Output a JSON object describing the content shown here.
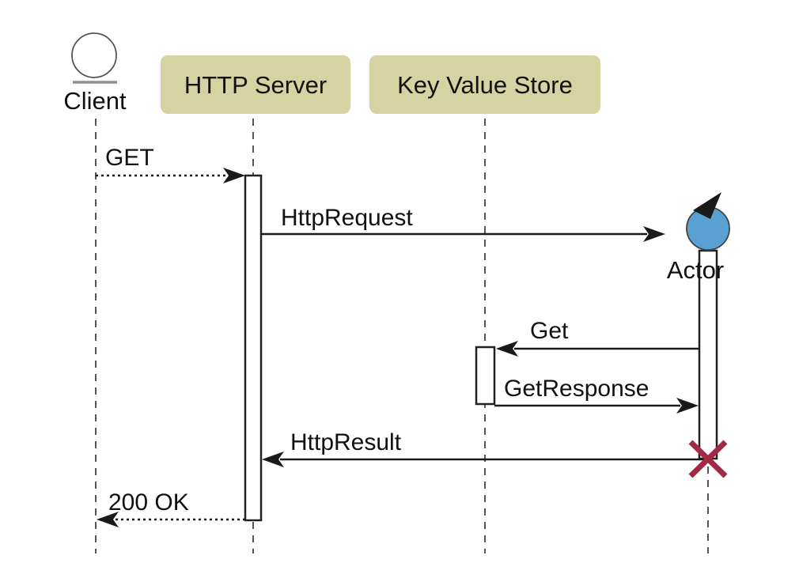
{
  "diagram": {
    "type": "sequence-diagram",
    "participants": [
      {
        "id": "client",
        "label": "Client",
        "kind": "entity"
      },
      {
        "id": "http-server",
        "label": "HTTP Server",
        "kind": "box"
      },
      {
        "id": "kv-store",
        "label": "Key Value Store",
        "kind": "box"
      },
      {
        "id": "actor",
        "label": "Actor",
        "kind": "control"
      }
    ],
    "messages": [
      {
        "label": "GET",
        "from": "Client",
        "to": "HTTP Server",
        "style": "dotted"
      },
      {
        "label": "HttpRequest",
        "from": "HTTP Server",
        "to": "Actor",
        "style": "solid"
      },
      {
        "label": "Get",
        "from": "Actor",
        "to": "Key Value Store",
        "style": "solid"
      },
      {
        "label": "GetResponse",
        "from": "Key Value Store",
        "to": "Actor",
        "style": "solid"
      },
      {
        "label": "HttpResult",
        "from": "Actor",
        "to": "HTTP Server",
        "style": "solid"
      },
      {
        "label": "200 OK",
        "from": "HTTP Server",
        "to": "Client",
        "style": "dotted"
      }
    ],
    "colors": {
      "participant_box": "#d6d3a2",
      "control_fill": "#59a1d3",
      "destroy_x": "#a32846",
      "entity_fill": "#ffffff",
      "line": "#1a1a1a",
      "lifeline": "#555555",
      "background": "#ffffff"
    }
  }
}
